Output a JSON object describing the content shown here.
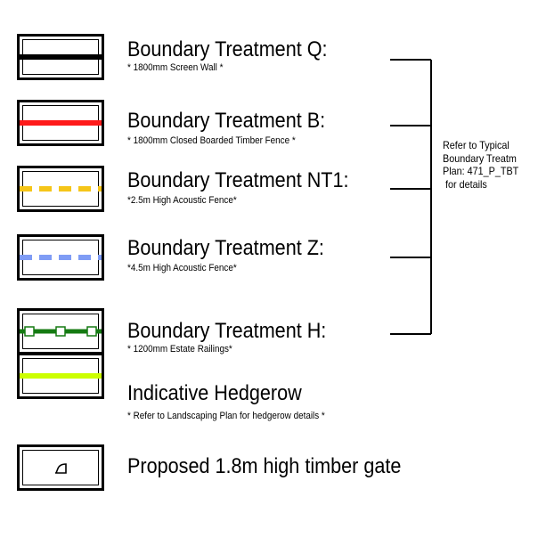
{
  "legend": {
    "items": [
      {
        "title": "Boundary Treatment Q:",
        "note": "* 1800mm Screen Wall *",
        "line_color": "#000000",
        "line_style": "solid"
      },
      {
        "title": "Boundary Treatment B:",
        "note": "* 1800mm Closed Boarded Timber Fence *",
        "line_color": "#ff1a1a",
        "line_style": "solid"
      },
      {
        "title": "Boundary Treatment NT1:",
        "note": "*2.5m High Acoustic Fence*",
        "line_color": "#f5c518",
        "line_style": "dashed"
      },
      {
        "title": "Boundary Treatment Z:",
        "note": "*4.5m High Acoustic Fence*",
        "line_color": "#7f9cf5",
        "line_style": "dashed"
      },
      {
        "title": "Boundary Treatment H:",
        "note": "* 1200mm Estate Railings*",
        "line_color": "#157a12",
        "line_style": "railing"
      },
      {
        "title": "Indicative Hedgerow",
        "note": "* Refer to Landscaping Plan for hedgerow details *",
        "line_color": "#ccff00",
        "line_style": "solid"
      },
      {
        "title": "Proposed 1.8m high timber gate",
        "note": "",
        "line_color": "#000000",
        "line_style": "gate-symbol"
      }
    ],
    "refer_note": "Refer to Typical\nBoundary Treatm\nPlan: 471_P_TBT\n for details"
  }
}
